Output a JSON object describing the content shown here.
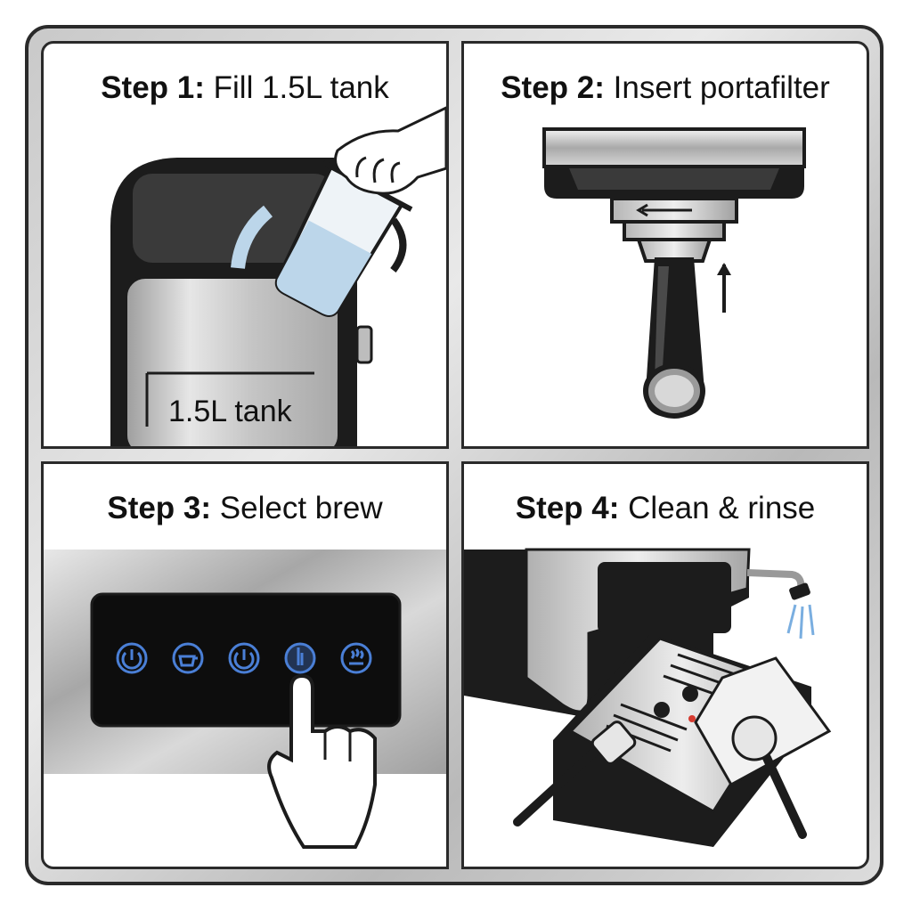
{
  "steps": [
    {
      "label": "Step 1:",
      "text": "Fill 1.5L tank"
    },
    {
      "label": "Step 2:",
      "text": "Insert portafilter"
    },
    {
      "label": "Step 3:",
      "text": "Select brew"
    },
    {
      "label": "Step 4:",
      "text": "Clean & rinse"
    }
  ],
  "tank_label": "1.5L tank",
  "icons": {
    "step1": [
      "water-tank-icon",
      "pitcher-icon",
      "hand-icon"
    ],
    "step2": [
      "group-head-icon",
      "portafilter-icon",
      "arrow-left-icon",
      "arrow-up-icon"
    ],
    "step3": [
      "power-icon",
      "cup-icon",
      "power-icon",
      "touch-icon",
      "steam-icon",
      "pointing-hand-icon"
    ],
    "step4": [
      "drip-tray-icon",
      "brush-icon",
      "cloth-icon",
      "water-spray-icon"
    ]
  },
  "colors": {
    "outline": "#1c1c1c",
    "steel": "#c8c8c8",
    "water": "#bcd6ea",
    "button_blue": "#4a7fd6",
    "panel_black": "#0d0d0d"
  }
}
